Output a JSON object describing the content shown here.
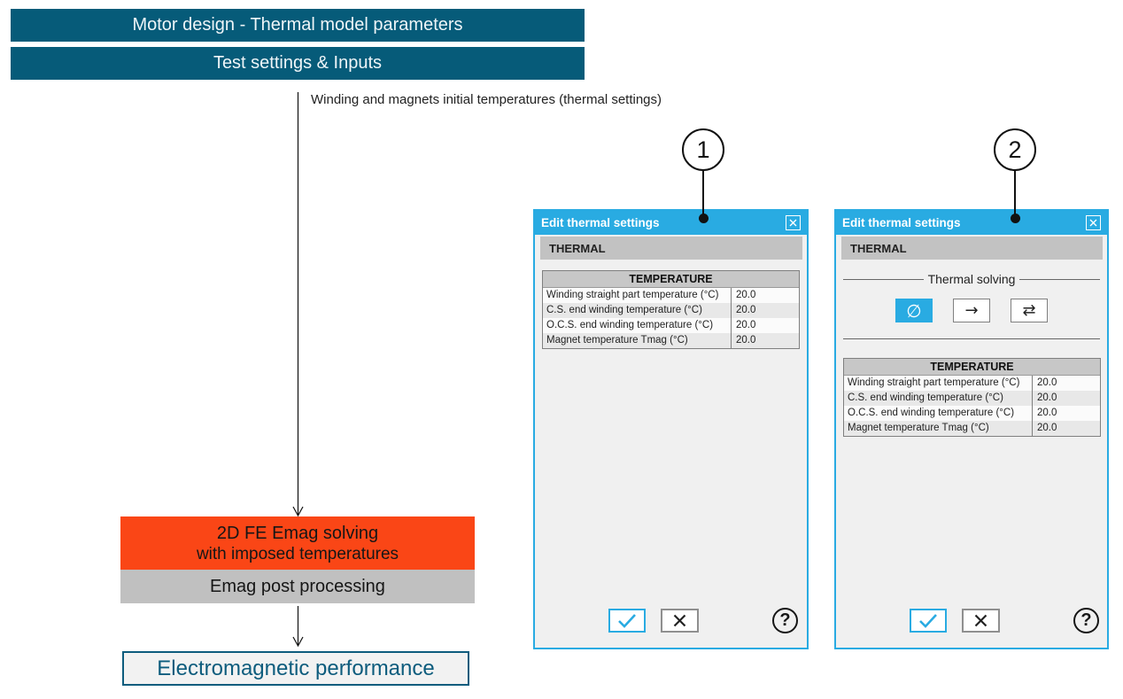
{
  "colors": {
    "teal": "#065b79",
    "orange": "#fa4616",
    "gray": "#c0c0c0",
    "dialog_accent_blue": "#29abe2"
  },
  "flowchart": {
    "header_bar_1": "Motor design - Thermal model parameters",
    "header_bar_2": "Test settings & Inputs",
    "arrow_label": "Winding and magnets initial temperatures (thermal settings)",
    "solve_box_line1": "2D FE Emag solving",
    "solve_box_line2": "with imposed temperatures",
    "post_box": "Emag post processing",
    "result_box": "Electromagnetic performance"
  },
  "callouts": [
    {
      "number": "1"
    },
    {
      "number": "2"
    }
  ],
  "icons": {
    "help": "?",
    "none_solving": "∅",
    "one_way_solving": "→",
    "two_way_solving": "⇄"
  },
  "dialogs": [
    {
      "title": "Edit thermal settings",
      "section": "THERMAL",
      "table": {
        "header": "TEMPERATURE",
        "rows": [
          {
            "label": "Winding straight part temperature (°C)",
            "value": "20.0"
          },
          {
            "label": "C.S. end winding temperature (°C)",
            "value": "20.0"
          },
          {
            "label": "O.C.S. end winding temperature (°C)",
            "value": "20.0"
          },
          {
            "label": "Magnet temperature Tmag (°C)",
            "value": "20.0"
          }
        ]
      }
    },
    {
      "title": "Edit thermal settings",
      "section": "THERMAL",
      "solving": {
        "label": "Thermal solving"
      },
      "table": {
        "header": "TEMPERATURE",
        "rows": [
          {
            "label": "Winding straight part temperature (°C)",
            "value": "20.0"
          },
          {
            "label": "C.S. end winding temperature (°C)",
            "value": "20.0"
          },
          {
            "label": "O.C.S. end winding temperature (°C)",
            "value": "20.0"
          },
          {
            "label": "Magnet temperature Tmag (°C)",
            "value": "20.0"
          }
        ]
      }
    }
  ]
}
